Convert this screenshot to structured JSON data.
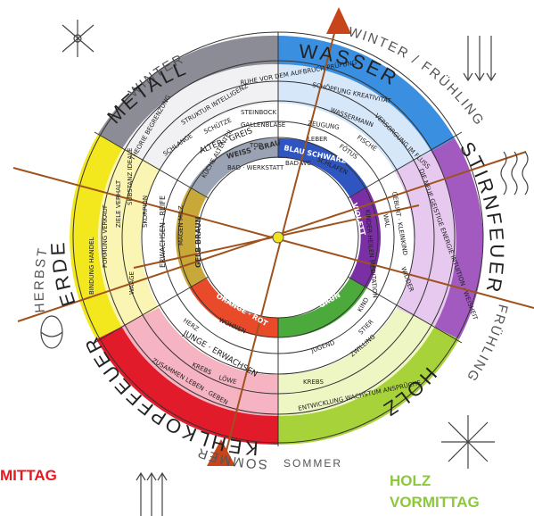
{
  "seasons": {
    "winter": "WINTER",
    "winter_spring": "WINTER / FRÜHLING",
    "spring": "FRÜHLING",
    "summer": "SOMMER",
    "summer_bottom": "SOMMER",
    "autumn": "HERBST"
  },
  "elements": {
    "metall": "METALL",
    "wasser": "WASSER",
    "sternfeuer": "STIRNFEUER",
    "holz": "HOLZ",
    "kehlkopffeuer": "KEHLKOPFFEUER",
    "erde": "ERDE"
  },
  "ring_texts": {
    "metall_1": "STRUKTUR INTELLIGENZ",
    "metall_2": "RUHE VOR DEM AUFBRUCH PRÜFUNG",
    "metall_3": "SCHÜTZE",
    "metall_4": "STEINBOCK",
    "metall_5": "ALTER · GREIS",
    "metall_6": "TOD",
    "metall_7": "GALLENBLASE",
    "metall_8": "BAD · WERKSTATT",
    "metall_9": "KÜCHE ALTENTEIL",
    "metall_10": "THEORIE BEGRENZUNG",
    "metall_11": "SCHLANGE",
    "wasser_1": "SCHÖPFUNG KREATIVITÄT",
    "wasser_2": "VERSORGUNG IM FLUSS",
    "wasser_3": "WASSERMANN",
    "wasser_4": "FISCHE",
    "wasser_5": "ZEUGUNG",
    "wasser_6": "FÖTUS",
    "wasser_7": "LEBER",
    "wasser_8": "BAD WC",
    "wasser_9": "SCHLAFEN",
    "stirn_1": "DIE NEUE GEISTIGE ENERGIE INTUITION · WEISHEIT",
    "stirn_2": "GEBURT · KLEINKIND",
    "stirn_3": "WIDDER",
    "stirn_4": "WAL",
    "stirn_5": "KINDER HEILEN MEDITATION",
    "holz_1": "ENTWICKLUNG WACHSTUM ANSPRÜCHE",
    "holz_2": "STIER",
    "holz_3": "ZWILLING",
    "holz_4": "JUGEND",
    "holz_5": "KIND",
    "holz_6": "KREBS",
    "kehl_1": "ZUSAMMEN LEBEN · GEBEN",
    "kehl_2": "LÖWE",
    "kehl_3": "JUNGE · ERWACHSEN",
    "kehl_4": "HERZ",
    "kehl_5": "KREBS",
    "kehl_6": "WOHNEN",
    "erde_1": "BINDUNG HANDEL",
    "erde_2": "FORMUNG VERKAUF",
    "erde_3": "ZIELE VERHALT",
    "erde_4": "SUBSTANZ IDEALE",
    "erde_5": "WAAGE",
    "erde_6": "SKORPION",
    "erde_7": "ERWACHSEN · REIFE",
    "erde_8": "MAGEN MILZ"
  },
  "colors_ring": {
    "weiss_grau": "WEISS · GRAU",
    "blau_schwarz": "BLAU SCHWARZ",
    "violett": "VIOLETT",
    "gruen": "GRÜN",
    "orange_rot": "ORANGE · ROT",
    "gelb_braun": "GELB BRAUN"
  },
  "labels": {
    "mittag": "MITTAG",
    "holz": "HOLZ",
    "vormittag": "VORMITTAG"
  }
}
